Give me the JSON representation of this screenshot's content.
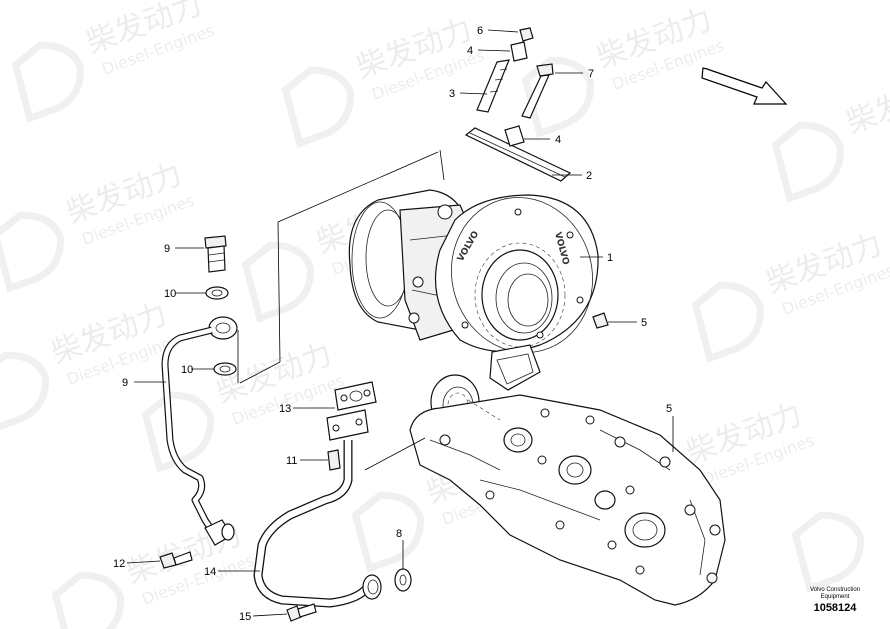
{
  "watermark": {
    "cn": "柴发动力",
    "en": "Diesel-Engines"
  },
  "callouts": [
    {
      "id": "c1",
      "label": "1"
    },
    {
      "id": "c2",
      "label": "2"
    },
    {
      "id": "c3",
      "label": "3"
    },
    {
      "id": "c4a",
      "label": "4"
    },
    {
      "id": "c4b",
      "label": "4"
    },
    {
      "id": "c5a",
      "label": "5"
    },
    {
      "id": "c5b",
      "label": "5"
    },
    {
      "id": "c6",
      "label": "6"
    },
    {
      "id": "c7",
      "label": "7"
    },
    {
      "id": "c8",
      "label": "8"
    },
    {
      "id": "c9a",
      "label": "9"
    },
    {
      "id": "c9b",
      "label": "9"
    },
    {
      "id": "c10a",
      "label": "10"
    },
    {
      "id": "c10b",
      "label": "10"
    },
    {
      "id": "c11",
      "label": "11"
    },
    {
      "id": "c12",
      "label": "12"
    },
    {
      "id": "c13",
      "label": "13"
    },
    {
      "id": "c14",
      "label": "14"
    },
    {
      "id": "c15",
      "label": "15"
    }
  ],
  "turbo_markings": {
    "brand1": "VOLVO",
    "brand2": "VOLVO"
  },
  "footer": {
    "line1": "Volvo Construction",
    "line2": "Equipment",
    "number": "1058124"
  }
}
